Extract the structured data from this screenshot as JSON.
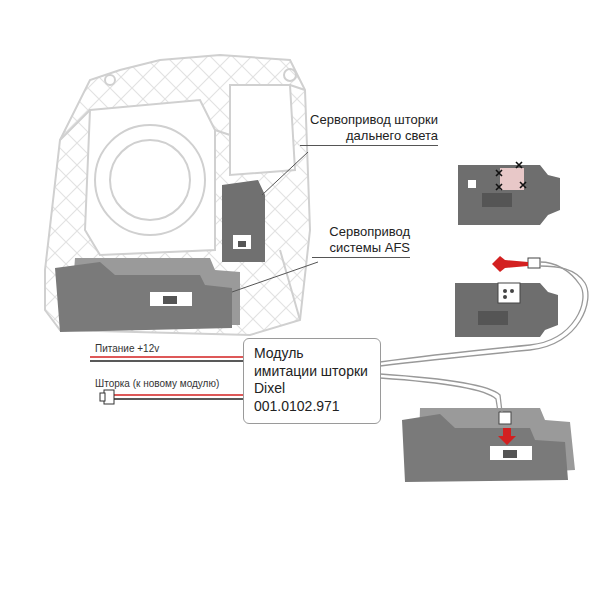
{
  "diagram": {
    "nodes": [
      {
        "text": [
          "Модуль имитации шторки Dixel 001.0102.971"
        ]
      }
    ],
    "labels": [
      "Сервопривод шторки дальнего света",
      "Сервопривод системы AFS",
      "Питание +12v",
      "Шторка (к новому модулю)"
    ]
  }
}
